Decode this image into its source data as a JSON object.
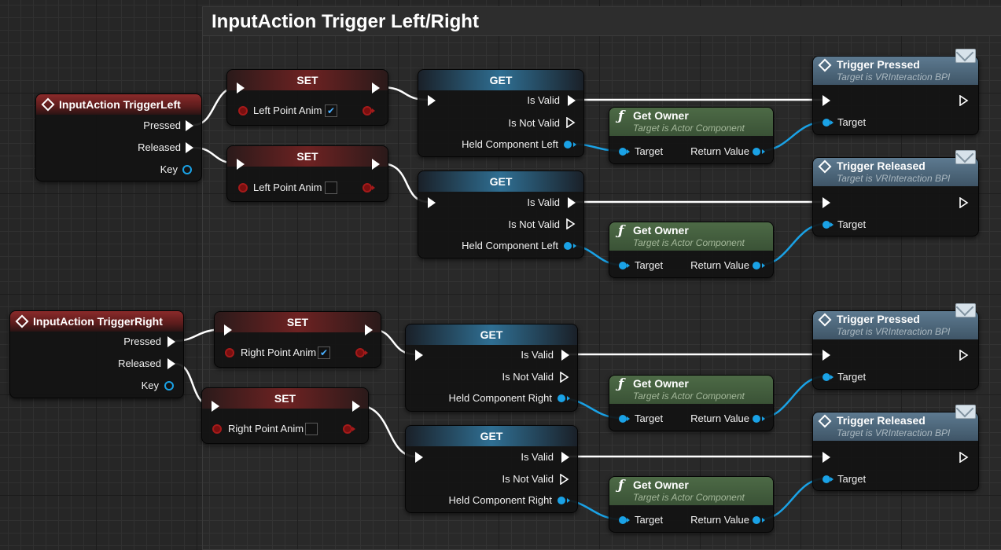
{
  "comment_title": "InputAction Trigger Left/Right",
  "colors": {
    "exec_wire": "#ffffff",
    "object_wire": "#1aa2e6",
    "bool_pin": "#a51a1a"
  },
  "icons": [
    "event-diamond-icon",
    "function-f-icon",
    "message-envelope-icon",
    "exec-pin-icon",
    "data-pin-icon",
    "bool-pin-icon",
    "checkbox-check-icon"
  ],
  "input_left": {
    "title": "InputAction TriggerLeft",
    "pressed": "Pressed",
    "released": "Released",
    "key": "Key"
  },
  "input_right": {
    "title": "InputAction TriggerRight",
    "pressed": "Pressed",
    "released": "Released",
    "key": "Key"
  },
  "set_nodes": [
    {
      "title": "SET",
      "var": "Left Point Anim",
      "checked": true,
      "check": "✔"
    },
    {
      "title": "SET",
      "var": "Left Point Anim",
      "checked": false,
      "check": ""
    },
    {
      "title": "SET",
      "var": "Right Point Anim",
      "checked": true,
      "check": "✔"
    },
    {
      "title": "SET",
      "var": "Right Point Anim",
      "checked": false,
      "check": ""
    }
  ],
  "get_nodes": [
    {
      "title": "GET",
      "is_valid": "Is Valid",
      "is_not_valid": "Is Not Valid",
      "var": "Held Component Left"
    },
    {
      "title": "GET",
      "is_valid": "Is Valid",
      "is_not_valid": "Is Not Valid",
      "var": "Held Component Left"
    },
    {
      "title": "GET",
      "is_valid": "Is Valid",
      "is_not_valid": "Is Not Valid",
      "var": "Held Component Right"
    },
    {
      "title": "GET",
      "is_valid": "Is Valid",
      "is_not_valid": "Is Not Valid",
      "var": "Held Component Right"
    }
  ],
  "owner_nodes": [
    {
      "title": "Get Owner",
      "subtitle": "Target is Actor Component",
      "target": "Target",
      "ret": "Return Value"
    },
    {
      "title": "Get Owner",
      "subtitle": "Target is Actor Component",
      "target": "Target",
      "ret": "Return Value"
    },
    {
      "title": "Get Owner",
      "subtitle": "Target is Actor Component",
      "target": "Target",
      "ret": "Return Value"
    },
    {
      "title": "Get Owner",
      "subtitle": "Target is Actor Component",
      "target": "Target",
      "ret": "Return Value"
    }
  ],
  "trigger_nodes": [
    {
      "title": "Trigger Pressed",
      "subtitle": "Target is VRInteraction BPI",
      "target": "Target"
    },
    {
      "title": "Trigger Released",
      "subtitle": "Target is VRInteraction BPI",
      "target": "Target"
    },
    {
      "title": "Trigger Pressed",
      "subtitle": "Target is VRInteraction BPI",
      "target": "Target"
    },
    {
      "title": "Trigger Released",
      "subtitle": "Target is VRInteraction BPI",
      "target": "Target"
    }
  ]
}
